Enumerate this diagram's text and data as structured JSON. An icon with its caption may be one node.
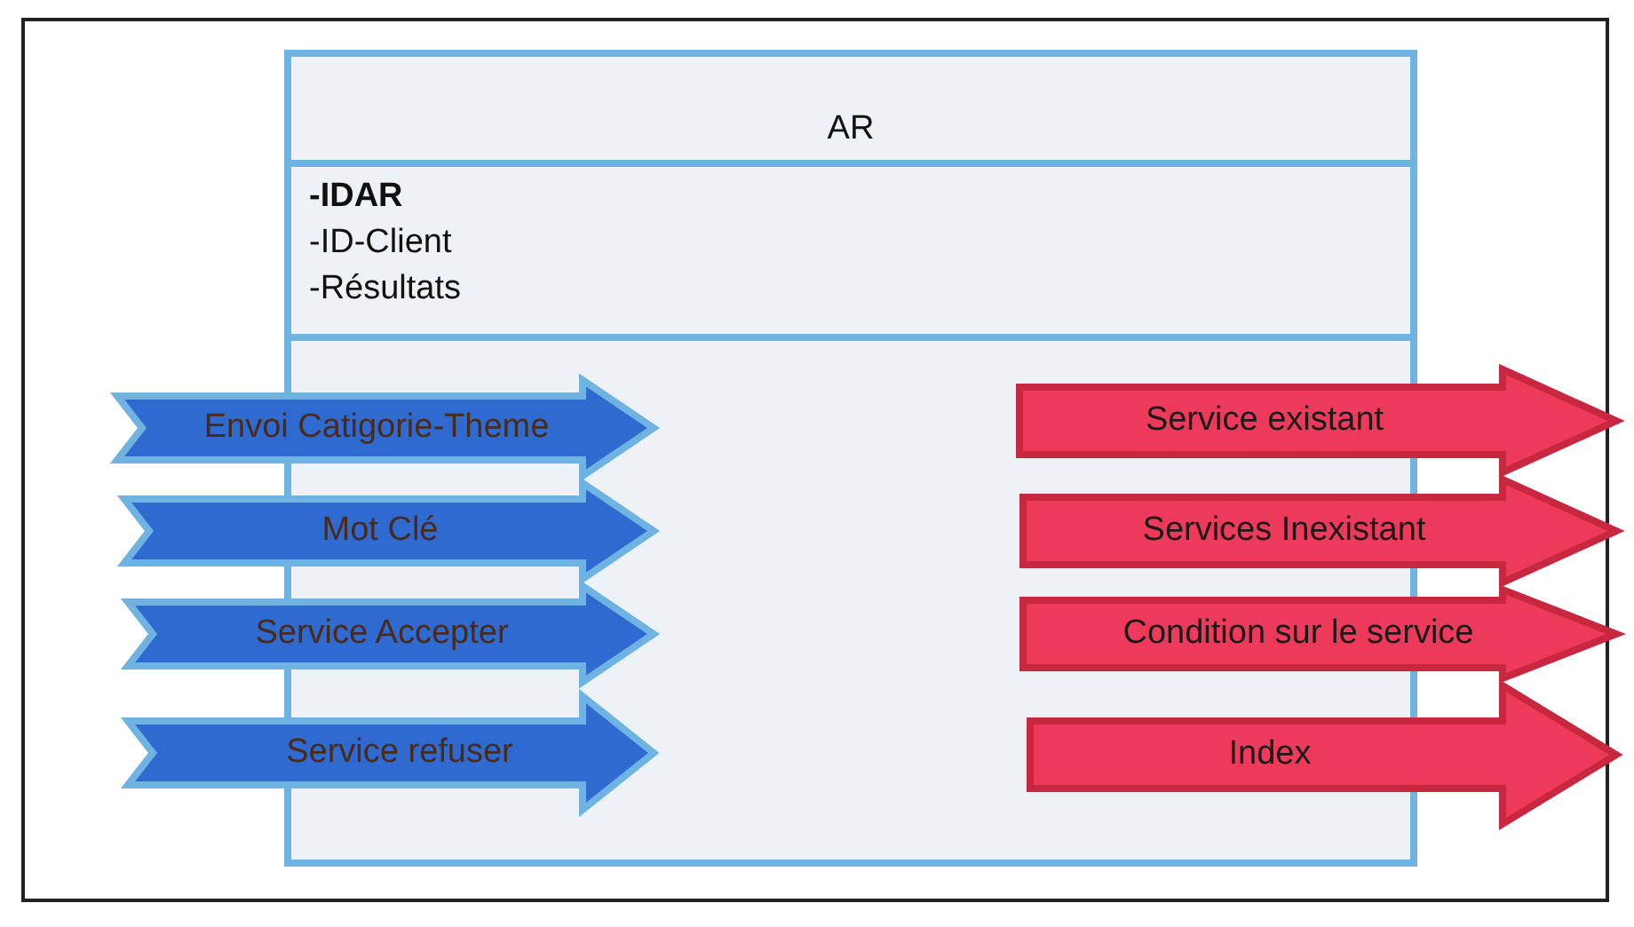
{
  "diagram": {
    "nodes": [
      {
        "text": [
          "AR",
          "-IDAR",
          "-ID-Client",
          "-Résultats"
        ]
      },
      {
        "text": [
          "Envoi Catigorie-Theme"
        ]
      },
      {
        "text": [
          "Mot Clé"
        ]
      },
      {
        "text": [
          "Service Accepter"
        ]
      },
      {
        "text": [
          "Service refuser"
        ]
      },
      {
        "text": [
          "Service existant"
        ]
      },
      {
        "text": [
          "Services Inexistant"
        ]
      },
      {
        "text": [
          "Condition sur le service"
        ]
      },
      {
        "text": [
          "Index"
        ]
      }
    ]
  }
}
